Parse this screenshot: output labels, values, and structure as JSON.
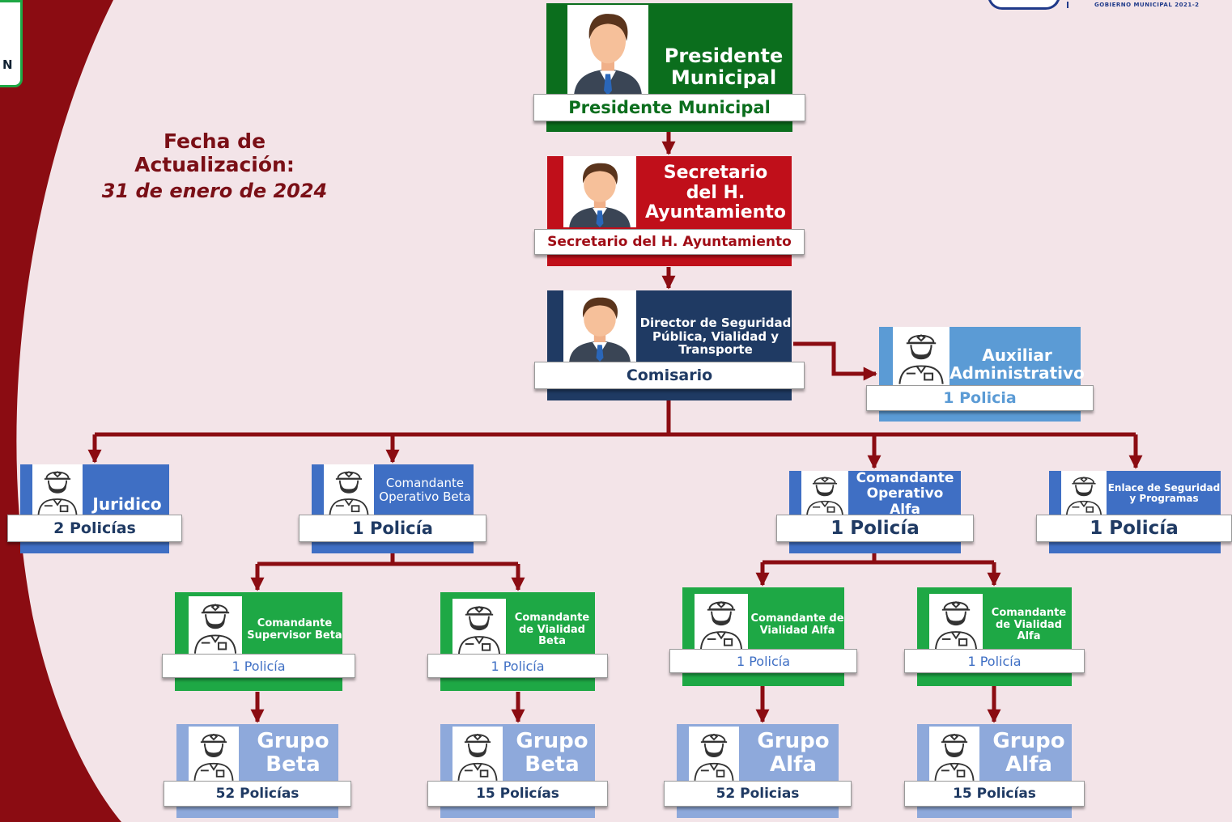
{
  "header": {
    "fecha_label": "Fecha de Actualización:",
    "fecha_value": "31 de enero de 2024",
    "logo_text": "GOBIERNO MUNICIPAL 2021-2",
    "side_badge_text": "N"
  },
  "colors": {
    "background": "#f3e4e8",
    "maroon": "#8b0c12",
    "green_dark": "#0b6e1d",
    "red": "#c00f1a",
    "navy": "#1f3a63",
    "blue": "#3f6fc4",
    "light_blue": "#5b9bd5",
    "green": "#1ea845",
    "periwinkle": "#8ea9db"
  },
  "nodes": {
    "presidente": {
      "title": "Presidente Municipal",
      "label": "Presidente Municipal"
    },
    "secretario": {
      "title": "Secretario del H. Ayuntamiento",
      "label": "Secretario del H. Ayuntamiento"
    },
    "director": {
      "title": "Director de Seguridad Pública, Vialidad y Transporte",
      "label": "Comisario"
    },
    "auxiliar": {
      "title": "Auxiliar Administrativo",
      "label": "1 Policia"
    },
    "juridico": {
      "title": "Juridico",
      "label": "2 Policías"
    },
    "cmd_beta": {
      "title": "Comandante Operativo Beta",
      "label": "1 Policía"
    },
    "cmd_alfa": {
      "title": "Comandante Operativo Alfa",
      "label": "1 Policía"
    },
    "enlace": {
      "title": "Enlace de Seguridad y Programas",
      "label": "1 Policía"
    },
    "sup_beta": {
      "title": "Comandante Supervisor Beta",
      "label": "1 Policía"
    },
    "via_beta": {
      "title": "Comandante de Vialidad Beta",
      "label": "1 Policía"
    },
    "via_alfa1": {
      "title": "Comandante de Vialidad Alfa",
      "label": "1 Policía"
    },
    "via_alfa2": {
      "title": "Comandante de Vialidad Alfa",
      "label": "1 Policía"
    },
    "grp_beta1": {
      "title": "Grupo Beta",
      "label": "52 Policías"
    },
    "grp_beta2": {
      "title": "Grupo Beta",
      "label": "15 Policías"
    },
    "grp_alfa1": {
      "title": "Grupo Alfa",
      "label": "52 Policias"
    },
    "grp_alfa2": {
      "title": "Grupo Alfa",
      "label": "15 Policías"
    }
  }
}
